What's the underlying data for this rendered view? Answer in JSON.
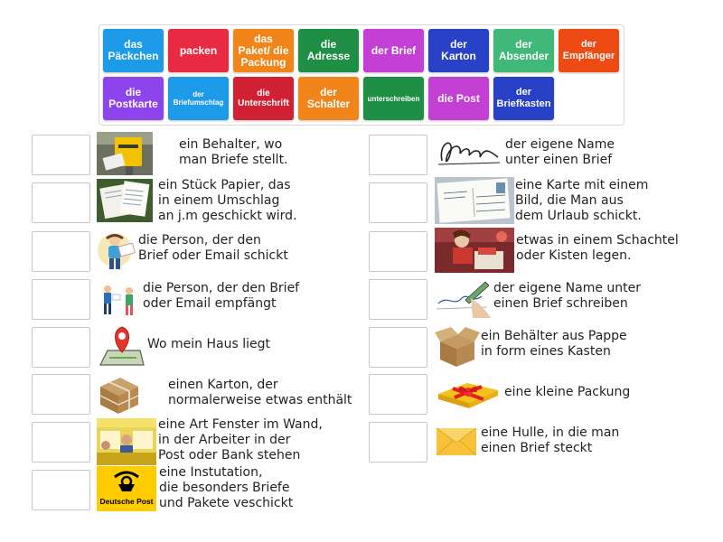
{
  "tiles": [
    {
      "label": "das\nPäckchen",
      "color": "#1e9be8"
    },
    {
      "label": "packen",
      "color": "#e82a42"
    },
    {
      "label": "das\nPaket/ die\nPackung",
      "color": "#f2851a"
    },
    {
      "label": "die\nAdresse",
      "color": "#1f8f46"
    },
    {
      "label": "der Brief",
      "color": "#c440d4"
    },
    {
      "label": "der\nKarton",
      "color": "#2841c6"
    },
    {
      "label": "der\nAbsender",
      "color": "#40b878"
    },
    {
      "label": "der\nEmpfänger",
      "color": "#ee4a14"
    },
    {
      "label": "die\nPostkarte",
      "color": "#8e44ec"
    },
    {
      "label": "der\nBriefumschlag",
      "color": "#1e9be8"
    },
    {
      "label": "die\nUnterschrift",
      "color": "#d02234"
    },
    {
      "label": "der\nSchalter",
      "color": "#f2851a"
    },
    {
      "label": "unterschreiben",
      "color": "#1f8f46"
    },
    {
      "label": "die Post",
      "color": "#c440d4"
    },
    {
      "label": "der\nBriefkasten",
      "color": "#2841c6"
    }
  ],
  "left_items": [
    {
      "text": "ein Behalter, wo\nman Briefe stellt.",
      "image": "mailbox-image"
    },
    {
      "text": "ein Stück Papier, das\nin einem Umschlag\nan j.m geschickt wird.",
      "image": "letter-paper-image"
    },
    {
      "text": "die Person, der den\nBrief oder Email schickt",
      "image": "sender-image"
    },
    {
      "text": "die Person, der den Brief\noder Email empfängt",
      "image": "receiver-image"
    },
    {
      "text": "Wo mein Haus liegt",
      "image": "location-pin-image"
    },
    {
      "text": "einen Karton, der\nnormalerweise etwas enthält",
      "image": "parcel-image"
    },
    {
      "text": "eine Art Fenster im Wand,\nin der Arbeiter in der\nPost oder Bank stehen",
      "image": "counter-image"
    },
    {
      "text": "eine Instutation,\ndie besonders Briefe\nund Pakete veschickt",
      "image": "deutsche-post-logo"
    }
  ],
  "right_items": [
    {
      "text": "der eigene Name\nunter einen Brief",
      "image": "signature-image"
    },
    {
      "text": "eine Karte mit einem\nBild, die Man aus\ndem Urlaub schickt.",
      "image": "postcard-image"
    },
    {
      "text": "etwas in einem Schachtel\noder Kisten legen.",
      "image": "packing-image"
    },
    {
      "text": "der eigene Name unter\neinen Brief schreiben",
      "image": "signing-image"
    },
    {
      "text": "ein Behälter aus Pappe\nin form eines Kasten",
      "image": "cardboard-box-image"
    },
    {
      "text": "eine kleine Packung",
      "image": "gift-box-image"
    },
    {
      "text": "eine Hulle, in die man\neinen Brief steckt",
      "image": "envelope-image"
    }
  ],
  "logo_text": "Deutsche Post"
}
